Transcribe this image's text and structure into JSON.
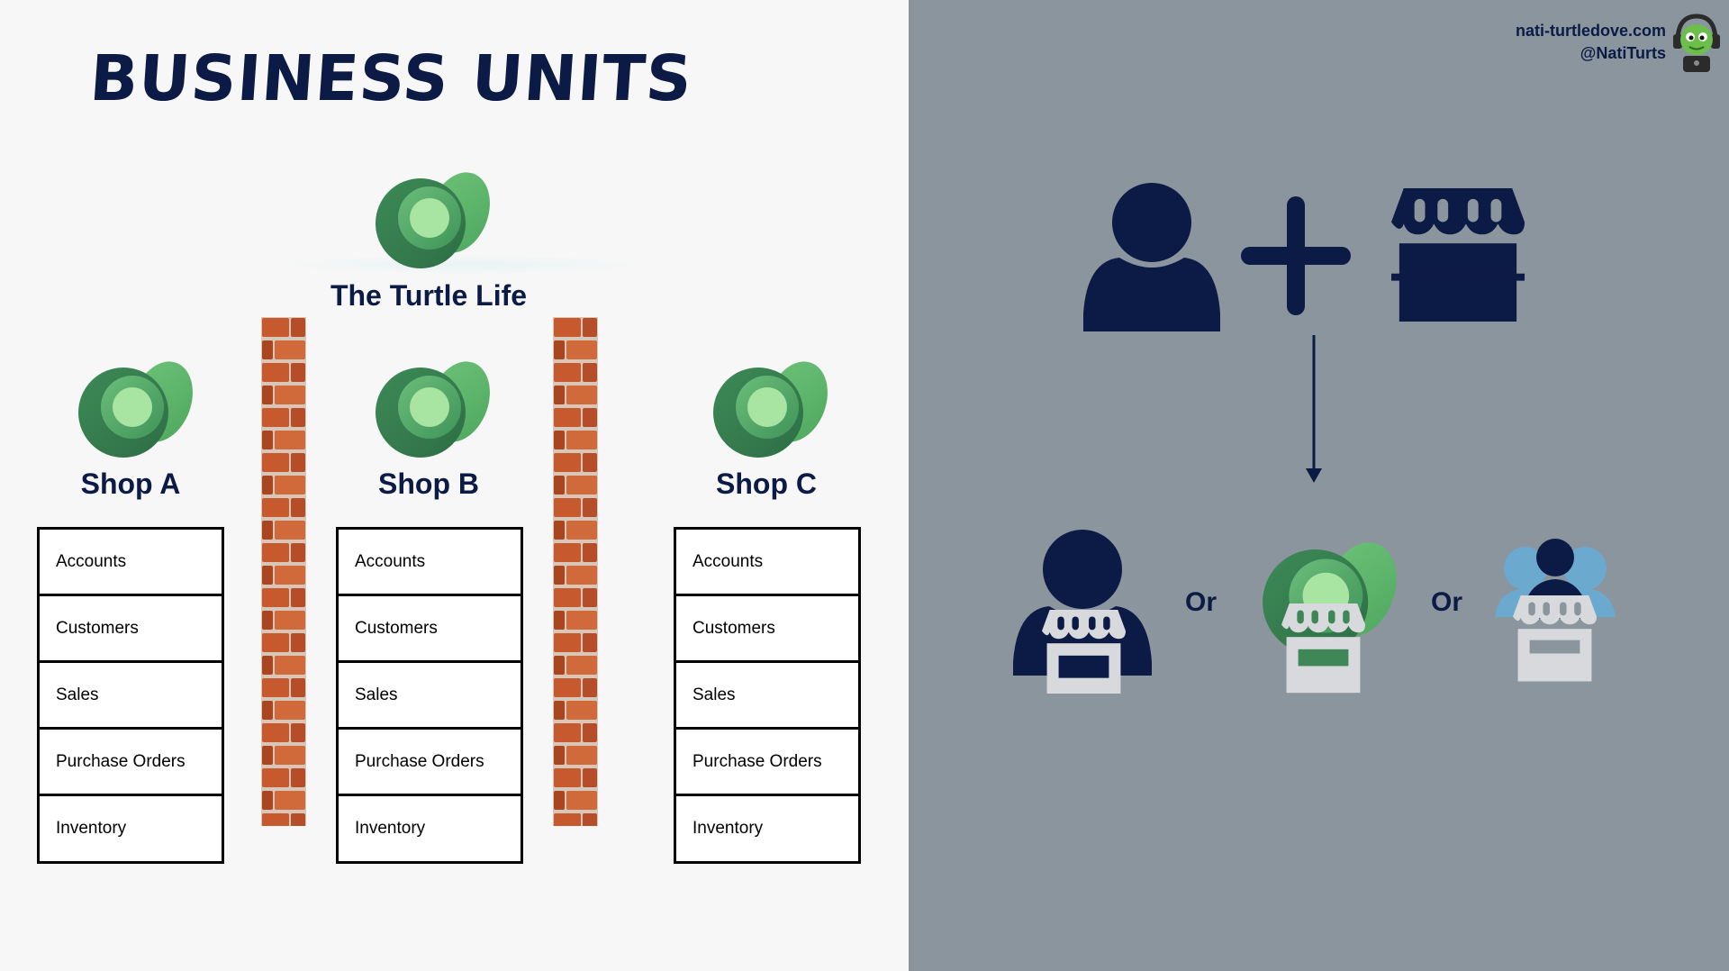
{
  "title": "BUSINESS UNITS",
  "root_unit": {
    "label": "The Turtle Life"
  },
  "shops": [
    {
      "label": "Shop A",
      "tables": [
        "Accounts",
        "Customers",
        "Sales",
        "Purchase Orders",
        "Inventory"
      ]
    },
    {
      "label": "Shop B",
      "tables": [
        "Accounts",
        "Customers",
        "Sales",
        "Purchase Orders",
        "Inventory"
      ]
    },
    {
      "label": "Shop C",
      "tables": [
        "Accounts",
        "Customers",
        "Sales",
        "Purchase Orders",
        "Inventory"
      ]
    }
  ],
  "credit": {
    "site": "nati-turtledove.com",
    "handle": "@NatiTurts"
  },
  "ownership": {
    "formula_icons": [
      "user-icon",
      "plus-icon",
      "store-icon",
      "arrow-down-icon"
    ],
    "options": [
      {
        "icon": "user-store-icon"
      },
      {
        "separator": "Or"
      },
      {
        "icon": "business-unit-store-icon"
      },
      {
        "separator": "Or"
      },
      {
        "icon": "team-store-icon"
      }
    ]
  },
  "colors": {
    "navy": "#0c1b45",
    "left_background": "#f7f7f7",
    "right_background": "#8a959d",
    "logo_green_dark": "#3f8757",
    "logo_green_light": "#8cd18a",
    "brick": "#c2572f",
    "team_blue": "#6ca9cf",
    "store_grey": "#d7d9dc"
  }
}
